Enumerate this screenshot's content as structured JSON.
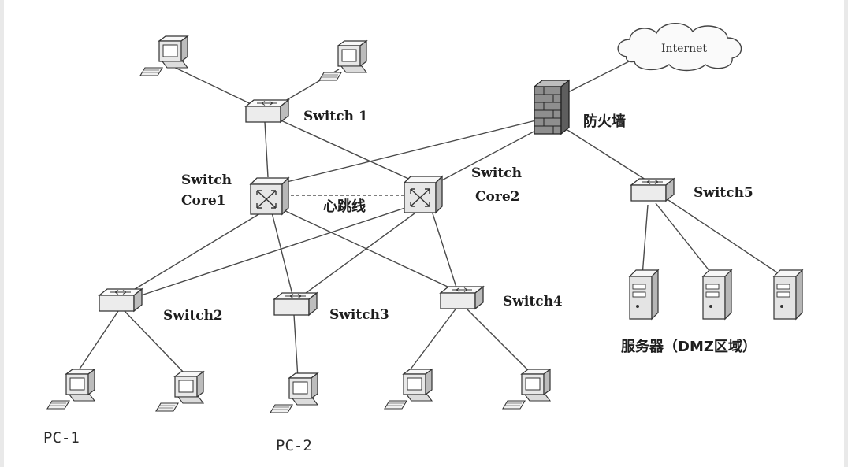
{
  "labels": {
    "internet": "Internet",
    "firewall": "防火墙",
    "switch1": "Switch 1",
    "core1_line1": "Switch",
    "core1_line2": "Core1",
    "core2_line1": "Switch",
    "core2_line2": "Core2",
    "heartbeat": "心跳线",
    "switch2": "Switch2",
    "switch3": "Switch3",
    "switch4": "Switch4",
    "switch5": "Switch5",
    "servers": "服务器（DMZ区域）",
    "pc1": "PC-1",
    "pc2": "PC-2"
  },
  "icons": {
    "switch": "network-switch-icon",
    "core_switch": "core-switch-icon",
    "firewall": "brick-firewall-icon",
    "cloud": "internet-cloud-icon",
    "pc": "desktop-computer-icon",
    "server": "server-tower-icon"
  },
  "colors": {
    "line": "#4a4a4a",
    "text": "#1e1e1e",
    "device_fill": "#f2f2f2"
  }
}
